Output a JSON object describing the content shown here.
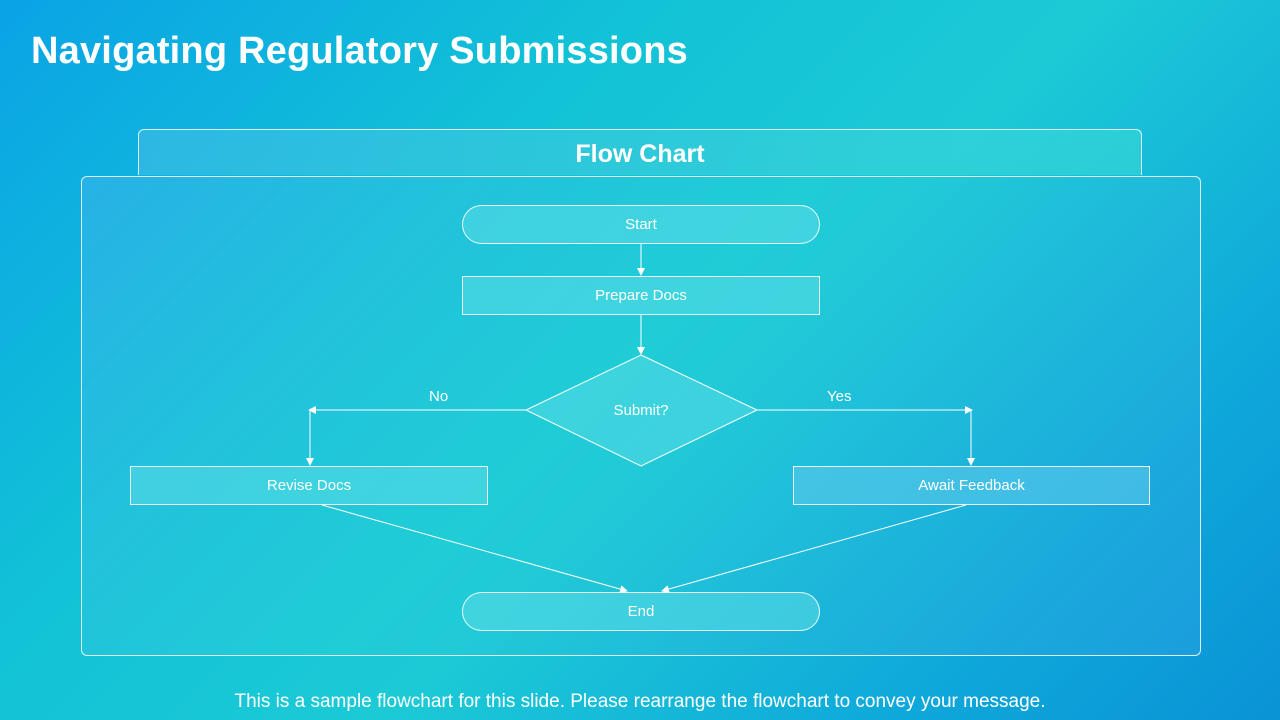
{
  "slide": {
    "title": "Navigating Regulatory Submissions",
    "footer": "This is a sample flowchart for this slide. Please rearrange the flowchart to convey your message."
  },
  "flowchart": {
    "header": "Flow Chart",
    "nodes": {
      "start": "Start",
      "prepare": "Prepare Docs",
      "decision": "Submit?",
      "revise": "Revise Docs",
      "await": "Await Feedback",
      "end": "End"
    },
    "branches": {
      "no": "No",
      "yes": "Yes"
    },
    "edges": [
      {
        "from": "start",
        "to": "prepare"
      },
      {
        "from": "prepare",
        "to": "decision"
      },
      {
        "from": "decision",
        "to": "revise",
        "label": "No"
      },
      {
        "from": "decision",
        "to": "await",
        "label": "Yes"
      },
      {
        "from": "revise",
        "to": "end"
      },
      {
        "from": "await",
        "to": "end"
      }
    ]
  },
  "colors": {
    "background_start": "#0aa3e6",
    "background_mid": "#1ccad6",
    "line": "#ffffff"
  }
}
